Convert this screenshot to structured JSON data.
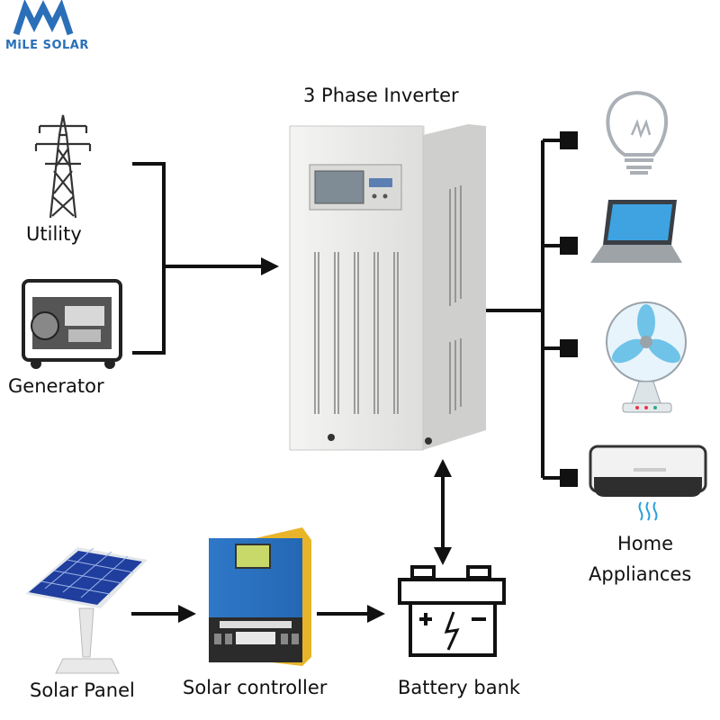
{
  "logo": {
    "text": "MiLE SOLAR",
    "color": "#2a6fb8"
  },
  "title": "3 Phase Inverter",
  "sources": {
    "utility": "Utility",
    "generator": "Generator"
  },
  "solar": {
    "panel": "Solar Panel",
    "controller": "Solar controller",
    "battery": "Battery bank"
  },
  "appliances": {
    "line1": "Home",
    "line2": "Appliances"
  },
  "icons": [
    "transmission-tower-icon",
    "generator-icon",
    "inverter-cabinet-icon",
    "light-bulb-icon",
    "laptop-icon",
    "fan-icon",
    "air-conditioner-icon",
    "solar-panel-icon",
    "solar-charge-controller-icon",
    "battery-icon"
  ]
}
